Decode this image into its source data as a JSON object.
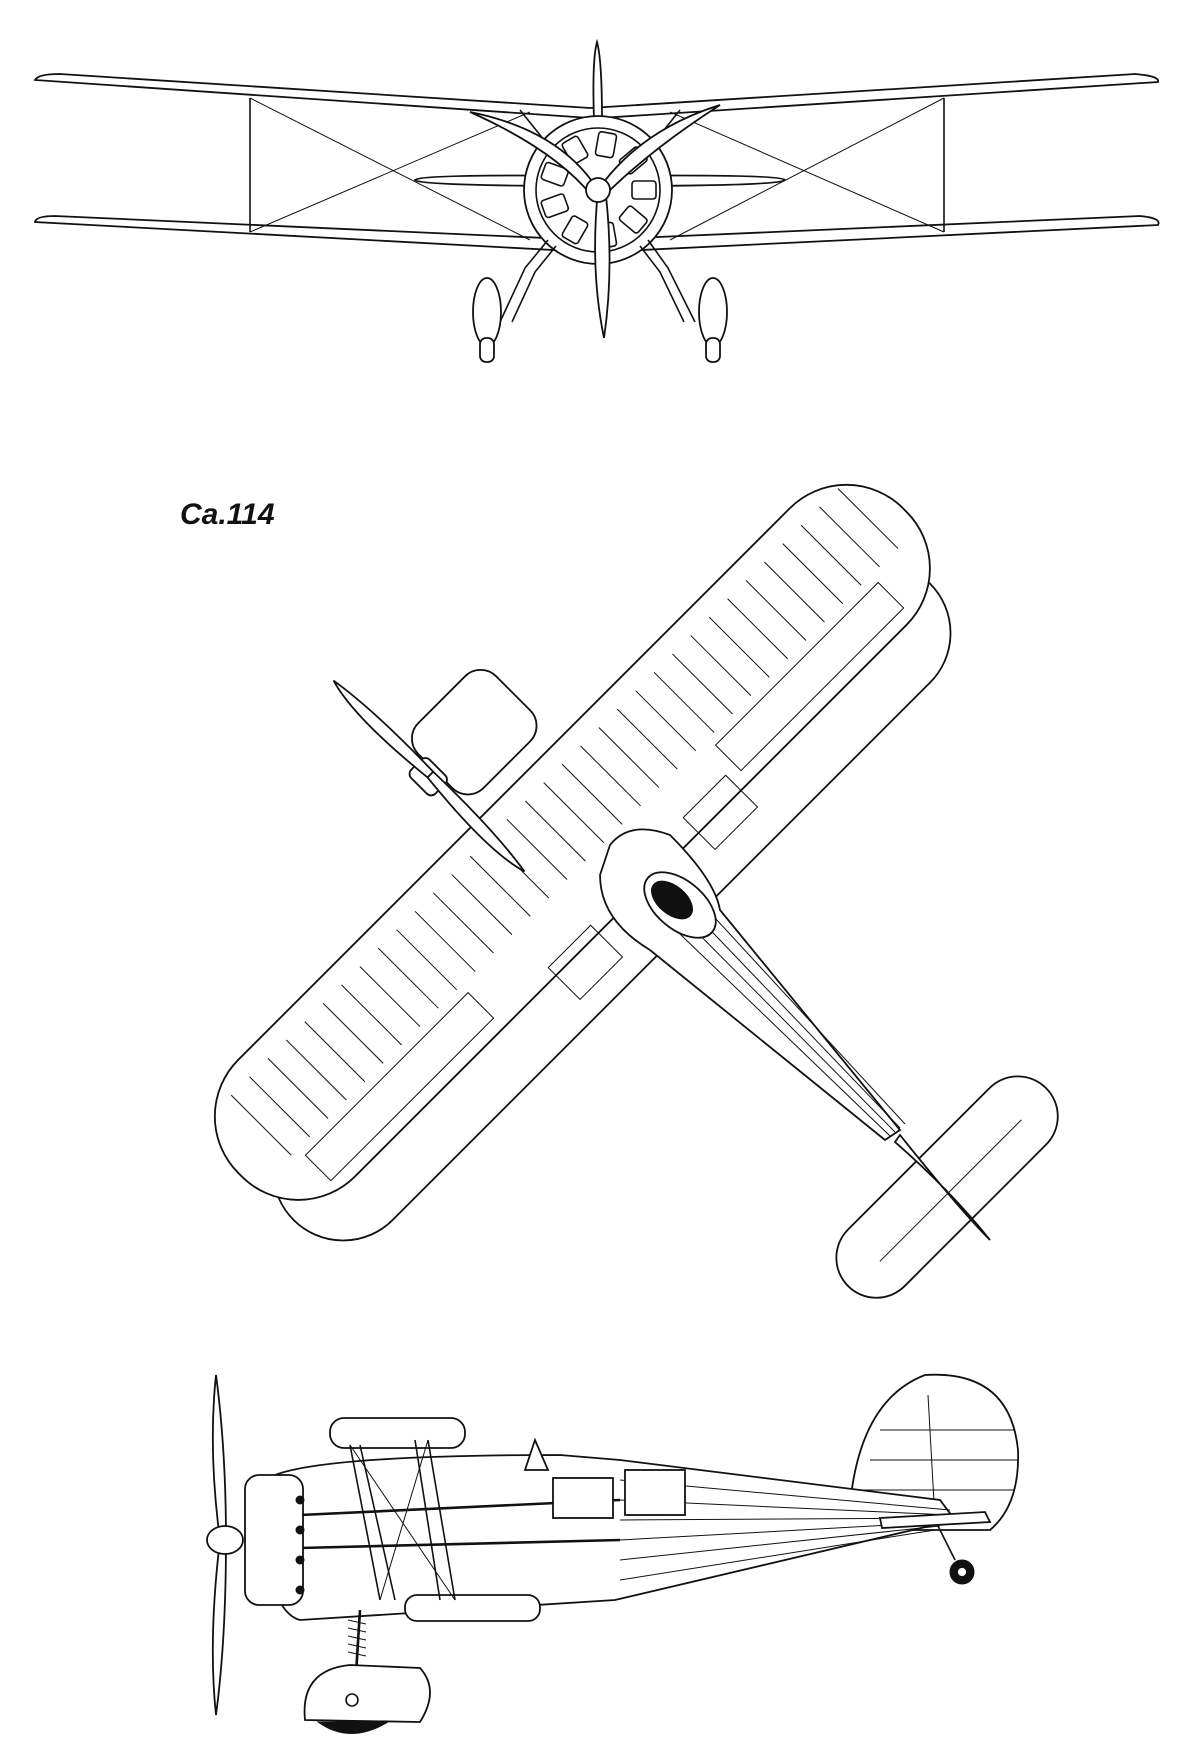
{
  "title": "Ca.114",
  "views": [
    {
      "id": "front",
      "name": "front-view"
    },
    {
      "id": "top",
      "name": "top-view"
    },
    {
      "id": "side",
      "name": "side-view"
    }
  ],
  "colors": {
    "ink": "#111111",
    "paper": "#ffffff"
  }
}
